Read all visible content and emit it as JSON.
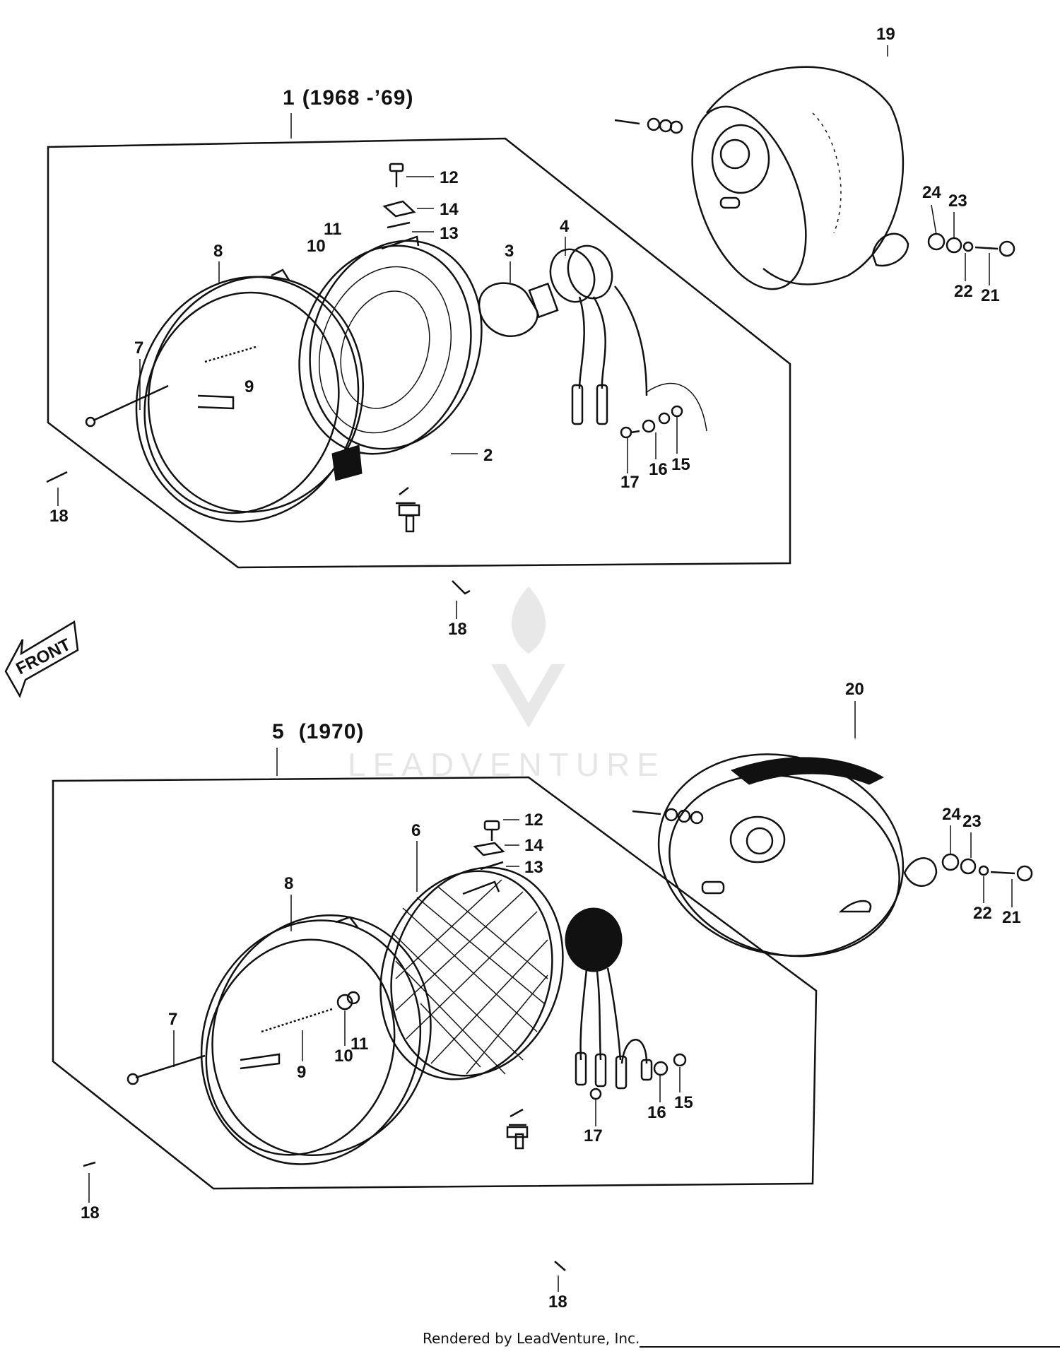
{
  "watermark": {
    "text": "LEADVENTURE"
  },
  "footer": {
    "text": "Rendered by LeadVenture, Inc."
  },
  "front_arrow": {
    "label": "FRONT"
  },
  "assemblies": [
    {
      "number": "1",
      "years": "(1968 -’69)"
    },
    {
      "number": "5",
      "years": "(1970)"
    }
  ],
  "callouts": {
    "top": {
      "c19": "19",
      "c12": "12",
      "c14": "14",
      "c13": "13",
      "c11": "11",
      "c10": "10",
      "c8": "8",
      "c3": "3",
      "c4": "4",
      "c7": "7",
      "c9": "9",
      "c2": "2",
      "c17": "17",
      "c16": "16",
      "c15": "15",
      "c18a": "18",
      "c18b": "18",
      "c24": "24",
      "c23": "23",
      "c22": "22",
      "c21": "21"
    },
    "bottom": {
      "c20": "20",
      "c6": "6",
      "c12": "12",
      "c14": "14",
      "c13": "13",
      "c8": "8",
      "c7": "7",
      "c9": "9",
      "c10": "10",
      "c11": "11",
      "c16": "16",
      "c15": "15",
      "c17": "17",
      "c18a": "18",
      "c18b": "18",
      "c24": "24",
      "c23": "23",
      "c22": "22",
      "c21": "21"
    }
  },
  "colors": {
    "ink": "#111111",
    "watermark": "#e6e6e6",
    "background": "#ffffff"
  }
}
